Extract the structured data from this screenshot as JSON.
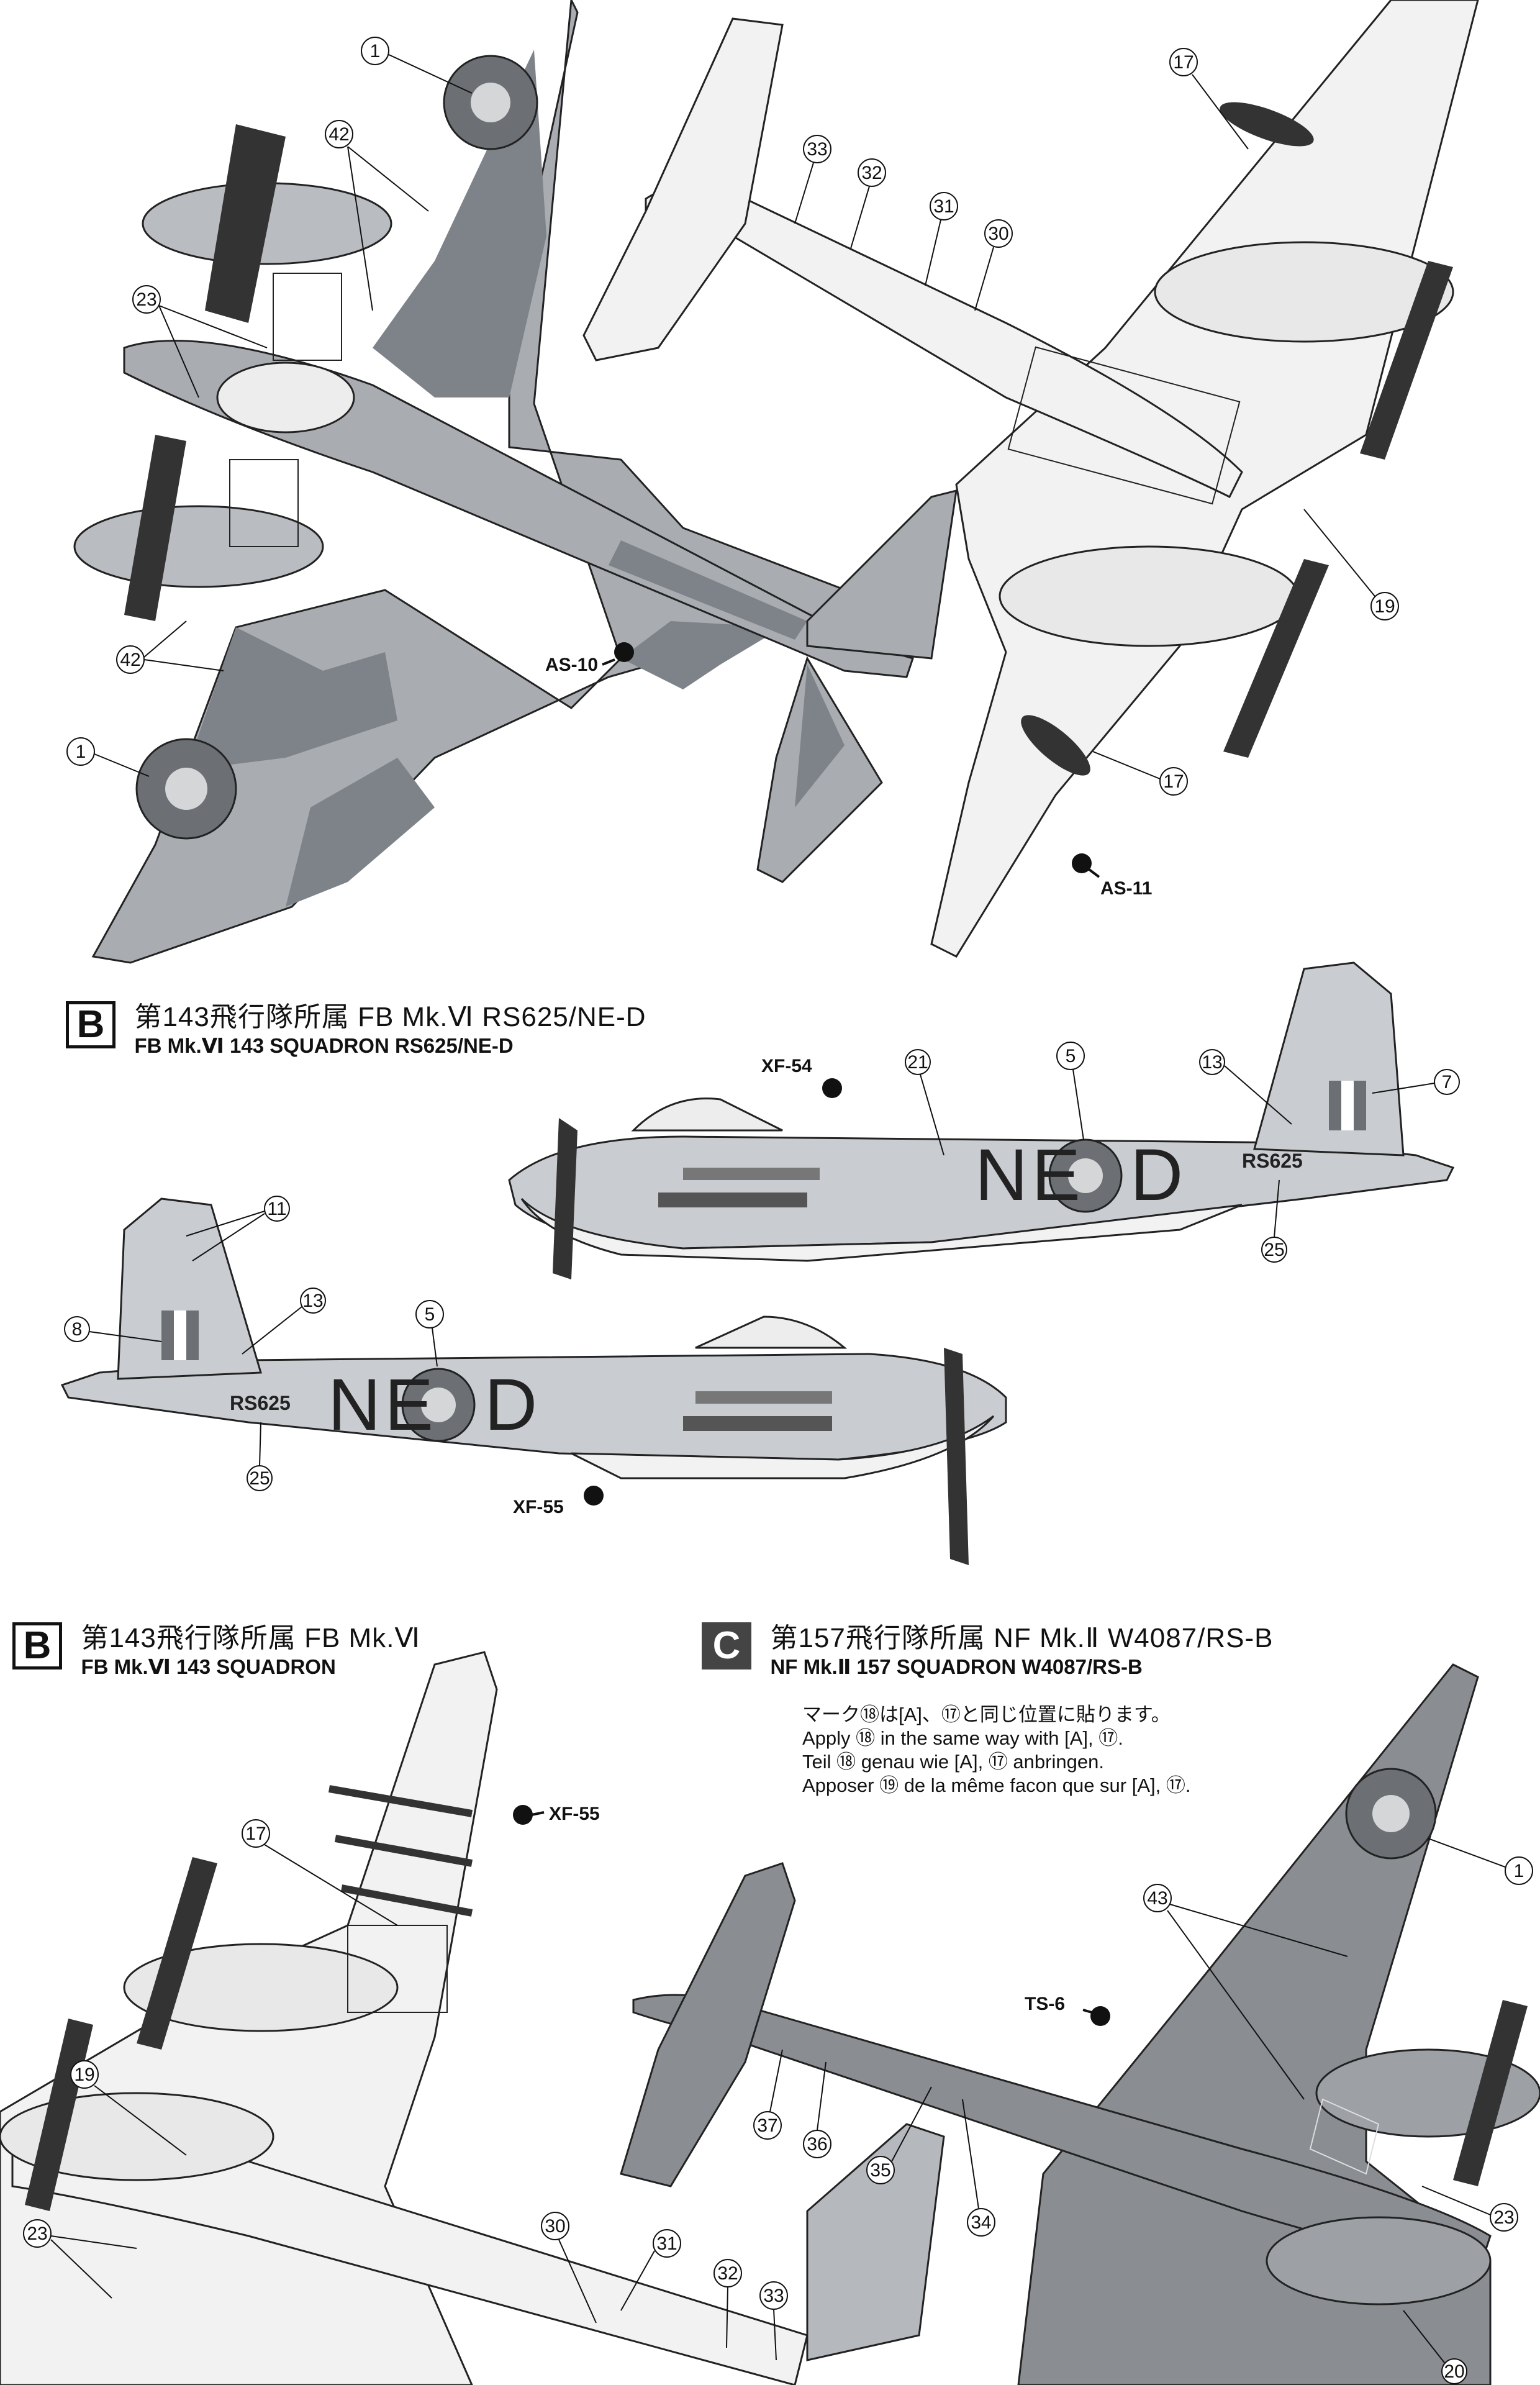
{
  "header_b1": {
    "badge": "B",
    "jp": "第143飛行隊所属 FB Mk.Ⅵ RS625/NE-D",
    "en": "FB Mk.Ⅵ 143 SQUADRON RS625/NE-D"
  },
  "header_b2": {
    "badge": "B",
    "jp": "第143飛行隊所属 FB Mk.Ⅵ",
    "en": "FB Mk.Ⅵ 143 SQUADRON"
  },
  "header_c": {
    "badge": "C",
    "jp": "第157飛行隊所属 NF Mk.Ⅱ W4087/RS-B",
    "en": "NF Mk.Ⅱ 157 SQUADRON W4087/RS-B"
  },
  "note_c": {
    "jp": "マーク⑱は[A]、⑰と同じ位置に貼ります。",
    "en": "Apply ⑱ in the same way with [A], ⑰.",
    "de": "Teil ⑱ genau wie [A], ⑰ anbringen.",
    "fr": "Apposer ⑲ de la même facon que sur [A], ⑰."
  },
  "paint_codes": {
    "as10": "AS-10",
    "as11": "AS-11",
    "xf54": "XF-54",
    "xf55_side": "XF-55",
    "xf55_bottom": "XF-55",
    "ts6": "TS-6"
  },
  "aircraft_markings": {
    "code_left": "NE",
    "code_right": "D",
    "serial": "RS625"
  },
  "callouts": {
    "c1": "1",
    "c5": "5",
    "c7": "7",
    "c8": "8",
    "c11": "11",
    "c13": "13",
    "c17": "17",
    "c19": "19",
    "c20": "20",
    "c21": "21",
    "c23": "23",
    "c25": "25",
    "c30": "30",
    "c31": "31",
    "c32": "32",
    "c33": "33",
    "c34": "34",
    "c35": "35",
    "c36": "36",
    "c37": "37",
    "c42": "42",
    "c43": "43"
  },
  "colors": {
    "ocean_grey": "#a9adb2",
    "dark_green": "#7e8389",
    "medium_sea_grey": "#c9ccd0",
    "night_black": "#8a8d91",
    "roundel_outer": "#6c6f73",
    "roundel_inner": "#d4d6d8",
    "underside": "#f2f2f2"
  }
}
